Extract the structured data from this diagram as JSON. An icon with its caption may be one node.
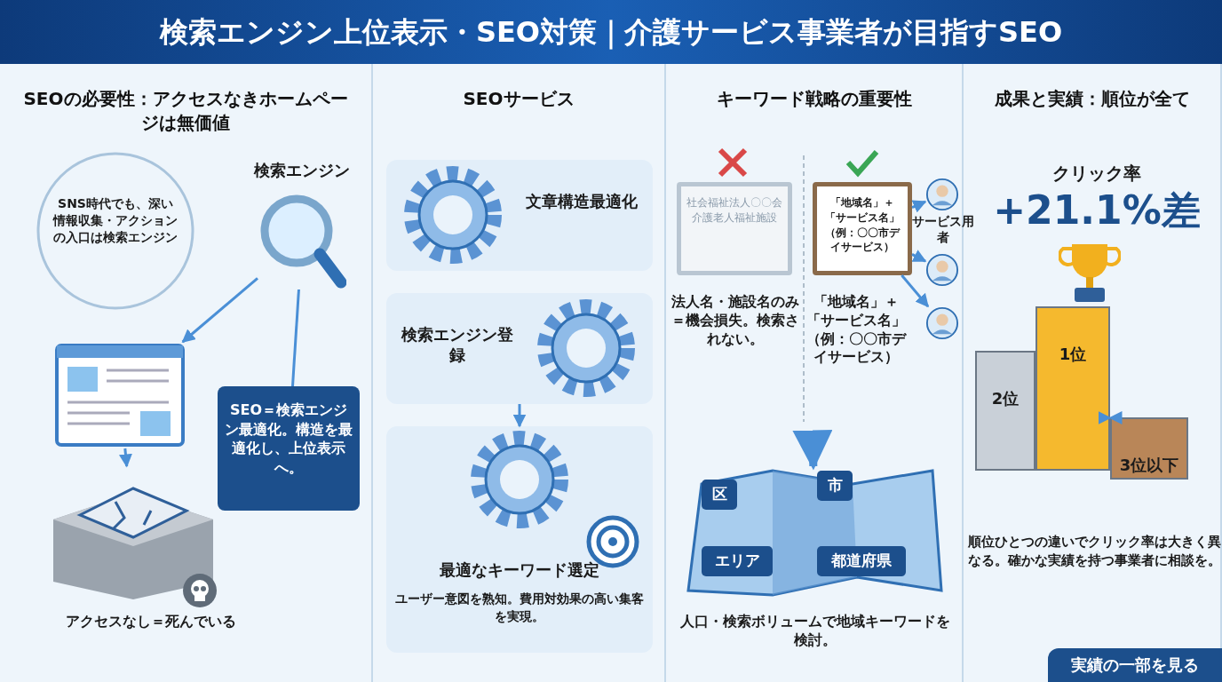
{
  "diagram": {
    "title": "検索エンジン上位表示・SEO対策｜介護サービス事業者が目指すSEO",
    "nodes": [
      {
        "text": [
          "SEOの必要性：アクセスなきホームページは無価値"
        ]
      },
      {
        "text": [
          "SNS時代でも、深い情報収集・アクションの入口は検索エンジン"
        ],
        "in": 0
      },
      {
        "text": [
          "検索エンジン"
        ],
        "in": 0
      },
      {
        "text": [],
        "shape": "picture",
        "in": 0
      },
      {
        "text": [
          "SEO＝検索エンジン最適化。構造を最適化し、上位表示へ。"
        ],
        "in": 0
      },
      {
        "text": [],
        "shape": "picture",
        "in": 0,
        "beside": [
          "アクセスなし＝死んでいる"
        ]
      },
      {
        "text": [
          "SEOサービス"
        ]
      },
      {
        "text": [
          "文章構造最適化"
        ],
        "in": 6
      },
      {
        "text": [
          "検索エンジン登録"
        ],
        "in": 6
      },
      {
        "text": [
          "最適なキーワード選定",
          "ユーザー意図を熟知。費用対効果の高い集客を実現。"
        ],
        "in": 6
      },
      {
        "text": [
          "キーワード戦略の重要性"
        ]
      },
      {
        "text": [
          "社会福祉法人〇〇会介護老人福祉施設"
        ],
        "in": 10,
        "beside": [
          "法人名・施設名のみ＝機会損失。検索されない。"
        ]
      },
      {
        "text": [
          "「地域名」＋「サービス名」（例：〇〇市デイサービス）"
        ],
        "in": 10,
        "beside": [
          "「地域名」＋「サービス名」（例：〇〇市デイサービス）"
        ]
      },
      {
        "text": [],
        "shape": "person",
        "in": 10,
        "beside": [
          "サービス用者"
        ]
      },
      {
        "text": [],
        "shape": "person",
        "in": 10
      },
      {
        "text": [],
        "shape": "person",
        "in": 10
      },
      {
        "text": [],
        "shape": "picture",
        "in": 10,
        "beside": [
          "人口・検索ボリュームで地域キーワードを検討。"
        ]
      },
      {
        "text": [
          "区"
        ],
        "in": 16
      },
      {
        "text": [
          "市"
        ],
        "in": 16
      },
      {
        "text": [
          "エリア"
        ],
        "in": 16
      },
      {
        "text": [
          "都道府県"
        ],
        "in": 16
      },
      {
        "text": [
          "成果と実績：順位が全て"
        ]
      },
      {
        "text": [
          "2位"
        ],
        "in": 21
      },
      {
        "text": [
          "1位"
        ],
        "in": 21
      },
      {
        "text": [
          "3位以下"
        ],
        "in": 21
      }
    ],
    "edges": [
      {
        "from": 2,
        "to": 3,
        "arrow": "to"
      },
      {
        "from": 4,
        "to": 2,
        "arrow": "none"
      },
      {
        "from": 3,
        "to": 5,
        "arrow": "to"
      },
      {
        "from": 8,
        "to": 9,
        "arrow": "to"
      },
      {
        "from": 12,
        "to": 13,
        "arrow": "to"
      },
      {
        "from": 12,
        "to": 14,
        "arrow": "to"
      },
      {
        "from": 12,
        "to": 15,
        "arrow": "to"
      },
      {
        "from": null,
        "to": 16,
        "arrow": "to",
        "style": "thick"
      },
      {
        "from": 23,
        "to": 24,
        "arrow": "both"
      }
    ],
    "labels": [
      "クリック率",
      "+21.1%差",
      "順位ひとつの違いでクリック率は大きく異なる。確かな実績を持つ事業者に相談を。",
      "実績の一部を見る"
    ]
  }
}
